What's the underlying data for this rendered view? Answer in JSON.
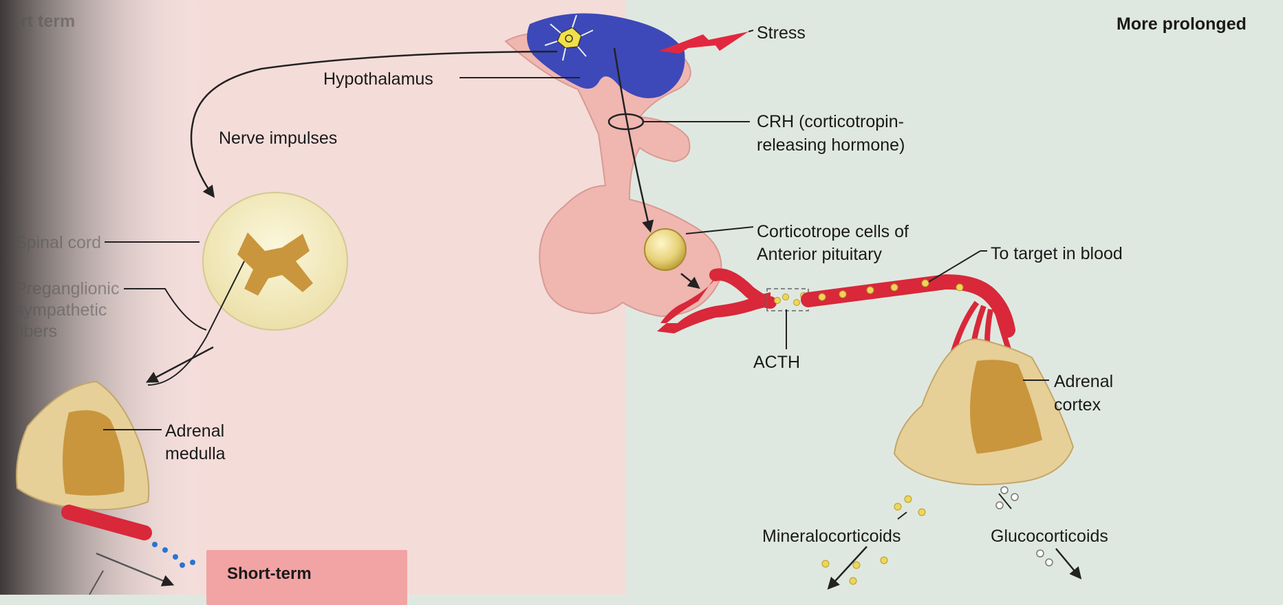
{
  "panels": {
    "left_header": "rt term",
    "right_header": "More prolonged"
  },
  "labels": {
    "stress": "Stress",
    "hypothalamus": "Hypothalamus",
    "nerve_impulses": "Nerve impulses",
    "crh_line1": "CRH (corticotropin-",
    "crh_line2": "releasing hormone)",
    "corticotrope_line1": "Corticotrope cells of",
    "corticotrope_line2": "Anterior pituitary",
    "to_target": "To target in blood",
    "acth": "ACTH",
    "adrenal_cortex_line1": "Adrenal",
    "adrenal_cortex_line2": "cortex",
    "adrenal_medulla_line1": "Adrenal",
    "adrenal_medulla_line2": "medulla",
    "spinal_cord": "Spinal cord",
    "preganglionic_line1": "Preganglionic",
    "preganglionic_line2": "sympathetic",
    "preganglionic_line3": "fibers",
    "mineralocorticoids": "Mineralocorticoids",
    "glucocorticoids": "Glucocorticoids",
    "short_term": "Short-term"
  },
  "colors": {
    "left_background": "#f4dcd9",
    "right_background": "#dfe8e0",
    "hypothalamus_blue": "#3d49b8",
    "pituitary_pink": "#f0b6b0",
    "blood_red": "#d8283a",
    "adrenal_tan": "#e7cf98",
    "adrenal_core": "#c9963d",
    "hormone_yellow": "#efd657",
    "callout_pink": "#f2a3a3"
  }
}
